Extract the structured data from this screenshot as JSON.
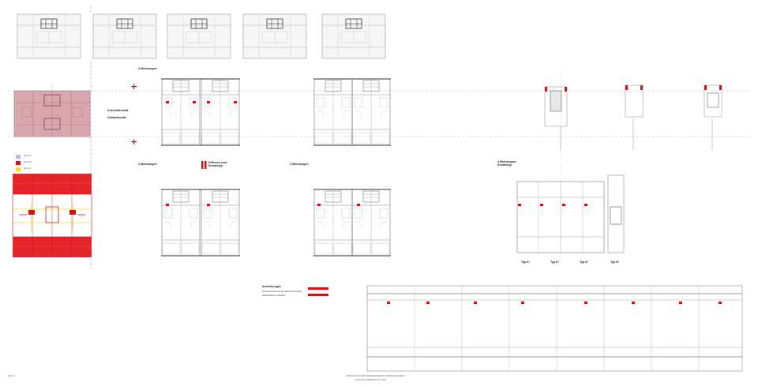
{
  "colors": {
    "accent_red": "#d0121b",
    "pink_fill": "#d9a7ad",
    "light_red": "#ef6b6b",
    "yellow": "#f2dd2b",
    "lilac": "#c3b7d6",
    "line": "#8d8d8d",
    "axis": "#9a9a9a"
  },
  "labels": {
    "sec1_title": "2 Wohnungen",
    "mid_label_1": "Ansicht/Schnitt",
    "mid_label_2": "Gebäudemitte",
    "sec2_title": "3 Wohnungen",
    "sec2_center": "Differenz bzw. Sondertyp",
    "sec3_title": "3 Wohnungen",
    "sec4_title": "4 Wohnungen Sondertyp",
    "type_a1": "Typ A¹",
    "type_a2": "Typ A²",
    "type_a3": "Typ A³",
    "type_a4": "Typ A⁴",
    "notes_title": "Anmerkungen",
    "notes_line1": "Dimensionierung der Zwischenwände",
    "notes_line2": "Wandstärken variabel",
    "legend_1": "Bestand",
    "legend_2": "Abbruch",
    "legend_3": "Neubau",
    "footer_note": "VARIANTE MIT ZWEI INNENLIEGENDEN TREPPENHÄUSERN",
    "footer_note2": "PLANSATZ ÜBERSICHT M 1:200",
    "corner_text": "Entwurf"
  }
}
